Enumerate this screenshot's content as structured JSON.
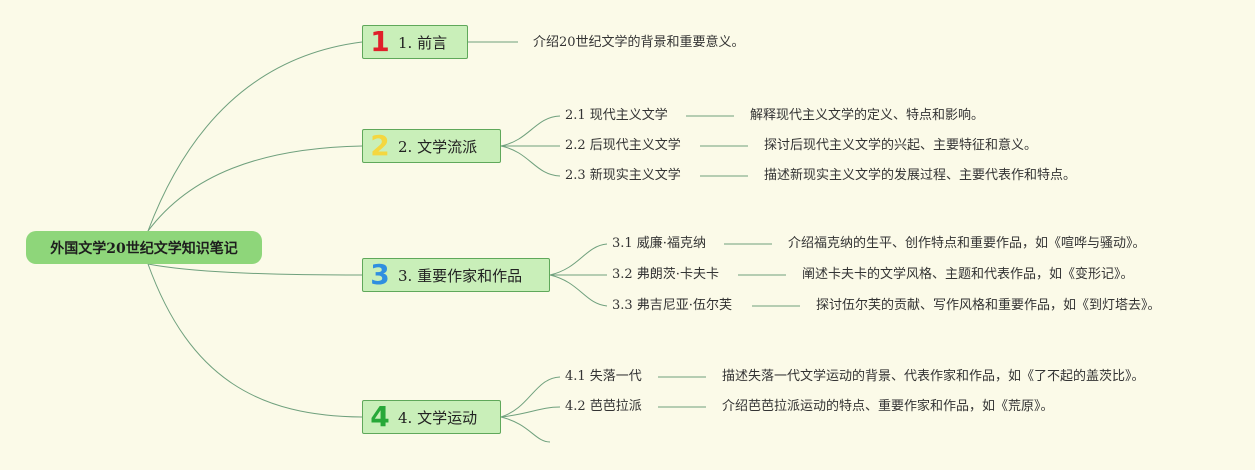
{
  "root": {
    "title": "外国文学20世纪文学知识笔记"
  },
  "colors": {
    "background": "#fbfae8",
    "root_fill": "#8ed67a",
    "topic_fill": "#c9efb9",
    "topic_border": "#5fa85a",
    "line": "#6fa07d",
    "num1": "#e0202a",
    "num2": "#f4d740",
    "num3": "#2f8fe0",
    "num4": "#27a838"
  },
  "topics": [
    {
      "number": "1",
      "label": "1. 前言",
      "description": "介绍20世纪文学的背景和重要意义。",
      "subtopics": []
    },
    {
      "number": "2",
      "label": "2. 文学流派",
      "subtopics": [
        {
          "label": "2.1 现代主义文学",
          "description": "解释现代主义文学的定义、特点和影响。"
        },
        {
          "label": "2.2 后现代主义文学",
          "description": "探讨后现代主义文学的兴起、主要特征和意义。"
        },
        {
          "label": "2.3 新现实主义文学",
          "description": "描述新现实主义文学的发展过程、主要代表作和特点。"
        }
      ]
    },
    {
      "number": "3",
      "label": "3. 重要作家和作品",
      "subtopics": [
        {
          "label": "3.1 威廉·福克纳",
          "description": "介绍福克纳的生平、创作特点和重要作品，如《喧哗与骚动》。"
        },
        {
          "label": "3.2 弗朗茨·卡夫卡",
          "description": "阐述卡夫卡的文学风格、主题和代表作品，如《变形记》。"
        },
        {
          "label": "3.3 弗吉尼亚·伍尔芙",
          "description": "探讨伍尔芙的贡献、写作风格和重要作品，如《到灯塔去》。"
        }
      ]
    },
    {
      "number": "4",
      "label": "4. 文学运动",
      "subtopics": [
        {
          "label": "4.1 失落一代",
          "description": "描述失落一代文学运动的背景、代表作家和作品，如《了不起的盖茨比》。"
        },
        {
          "label": "4.2 芭芭拉派",
          "description": "介绍芭芭拉派运动的特点、重要作家和作品，如《荒原》。"
        }
      ]
    }
  ]
}
